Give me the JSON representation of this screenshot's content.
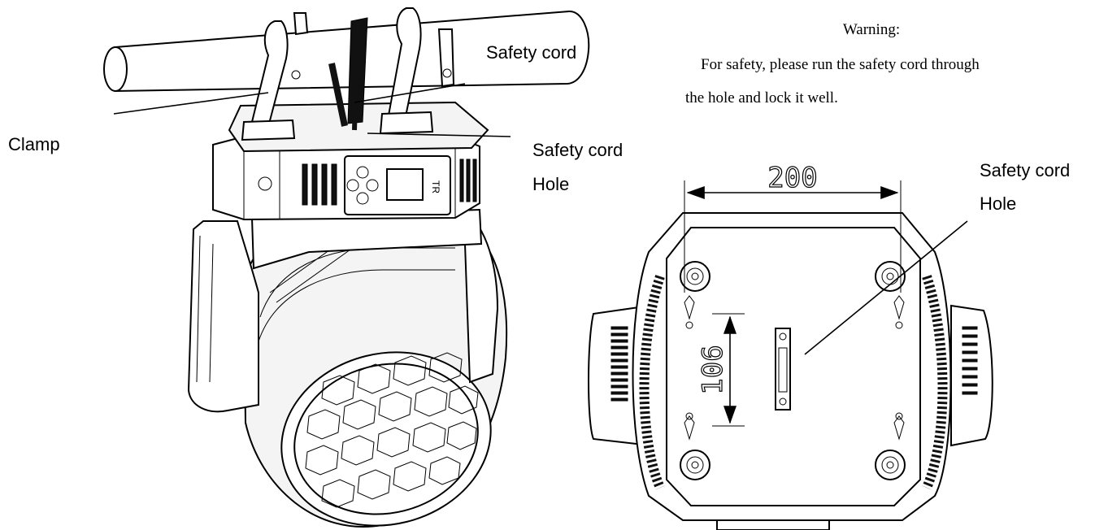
{
  "labels": {
    "clamp": "Clamp",
    "safety_cord": "Safety cord",
    "safety_cord_hole_left": [
      "Safety cord",
      "Hole"
    ],
    "safety_cord_hole_right": [
      "Safety cord",
      "Hole"
    ]
  },
  "warning": {
    "title": "Warning:",
    "lines": [
      "For safety, please run the safety cord through",
      "the hole and lock it well."
    ]
  },
  "dimensions": {
    "width": "200",
    "height": "106"
  },
  "device_mark": "TR"
}
